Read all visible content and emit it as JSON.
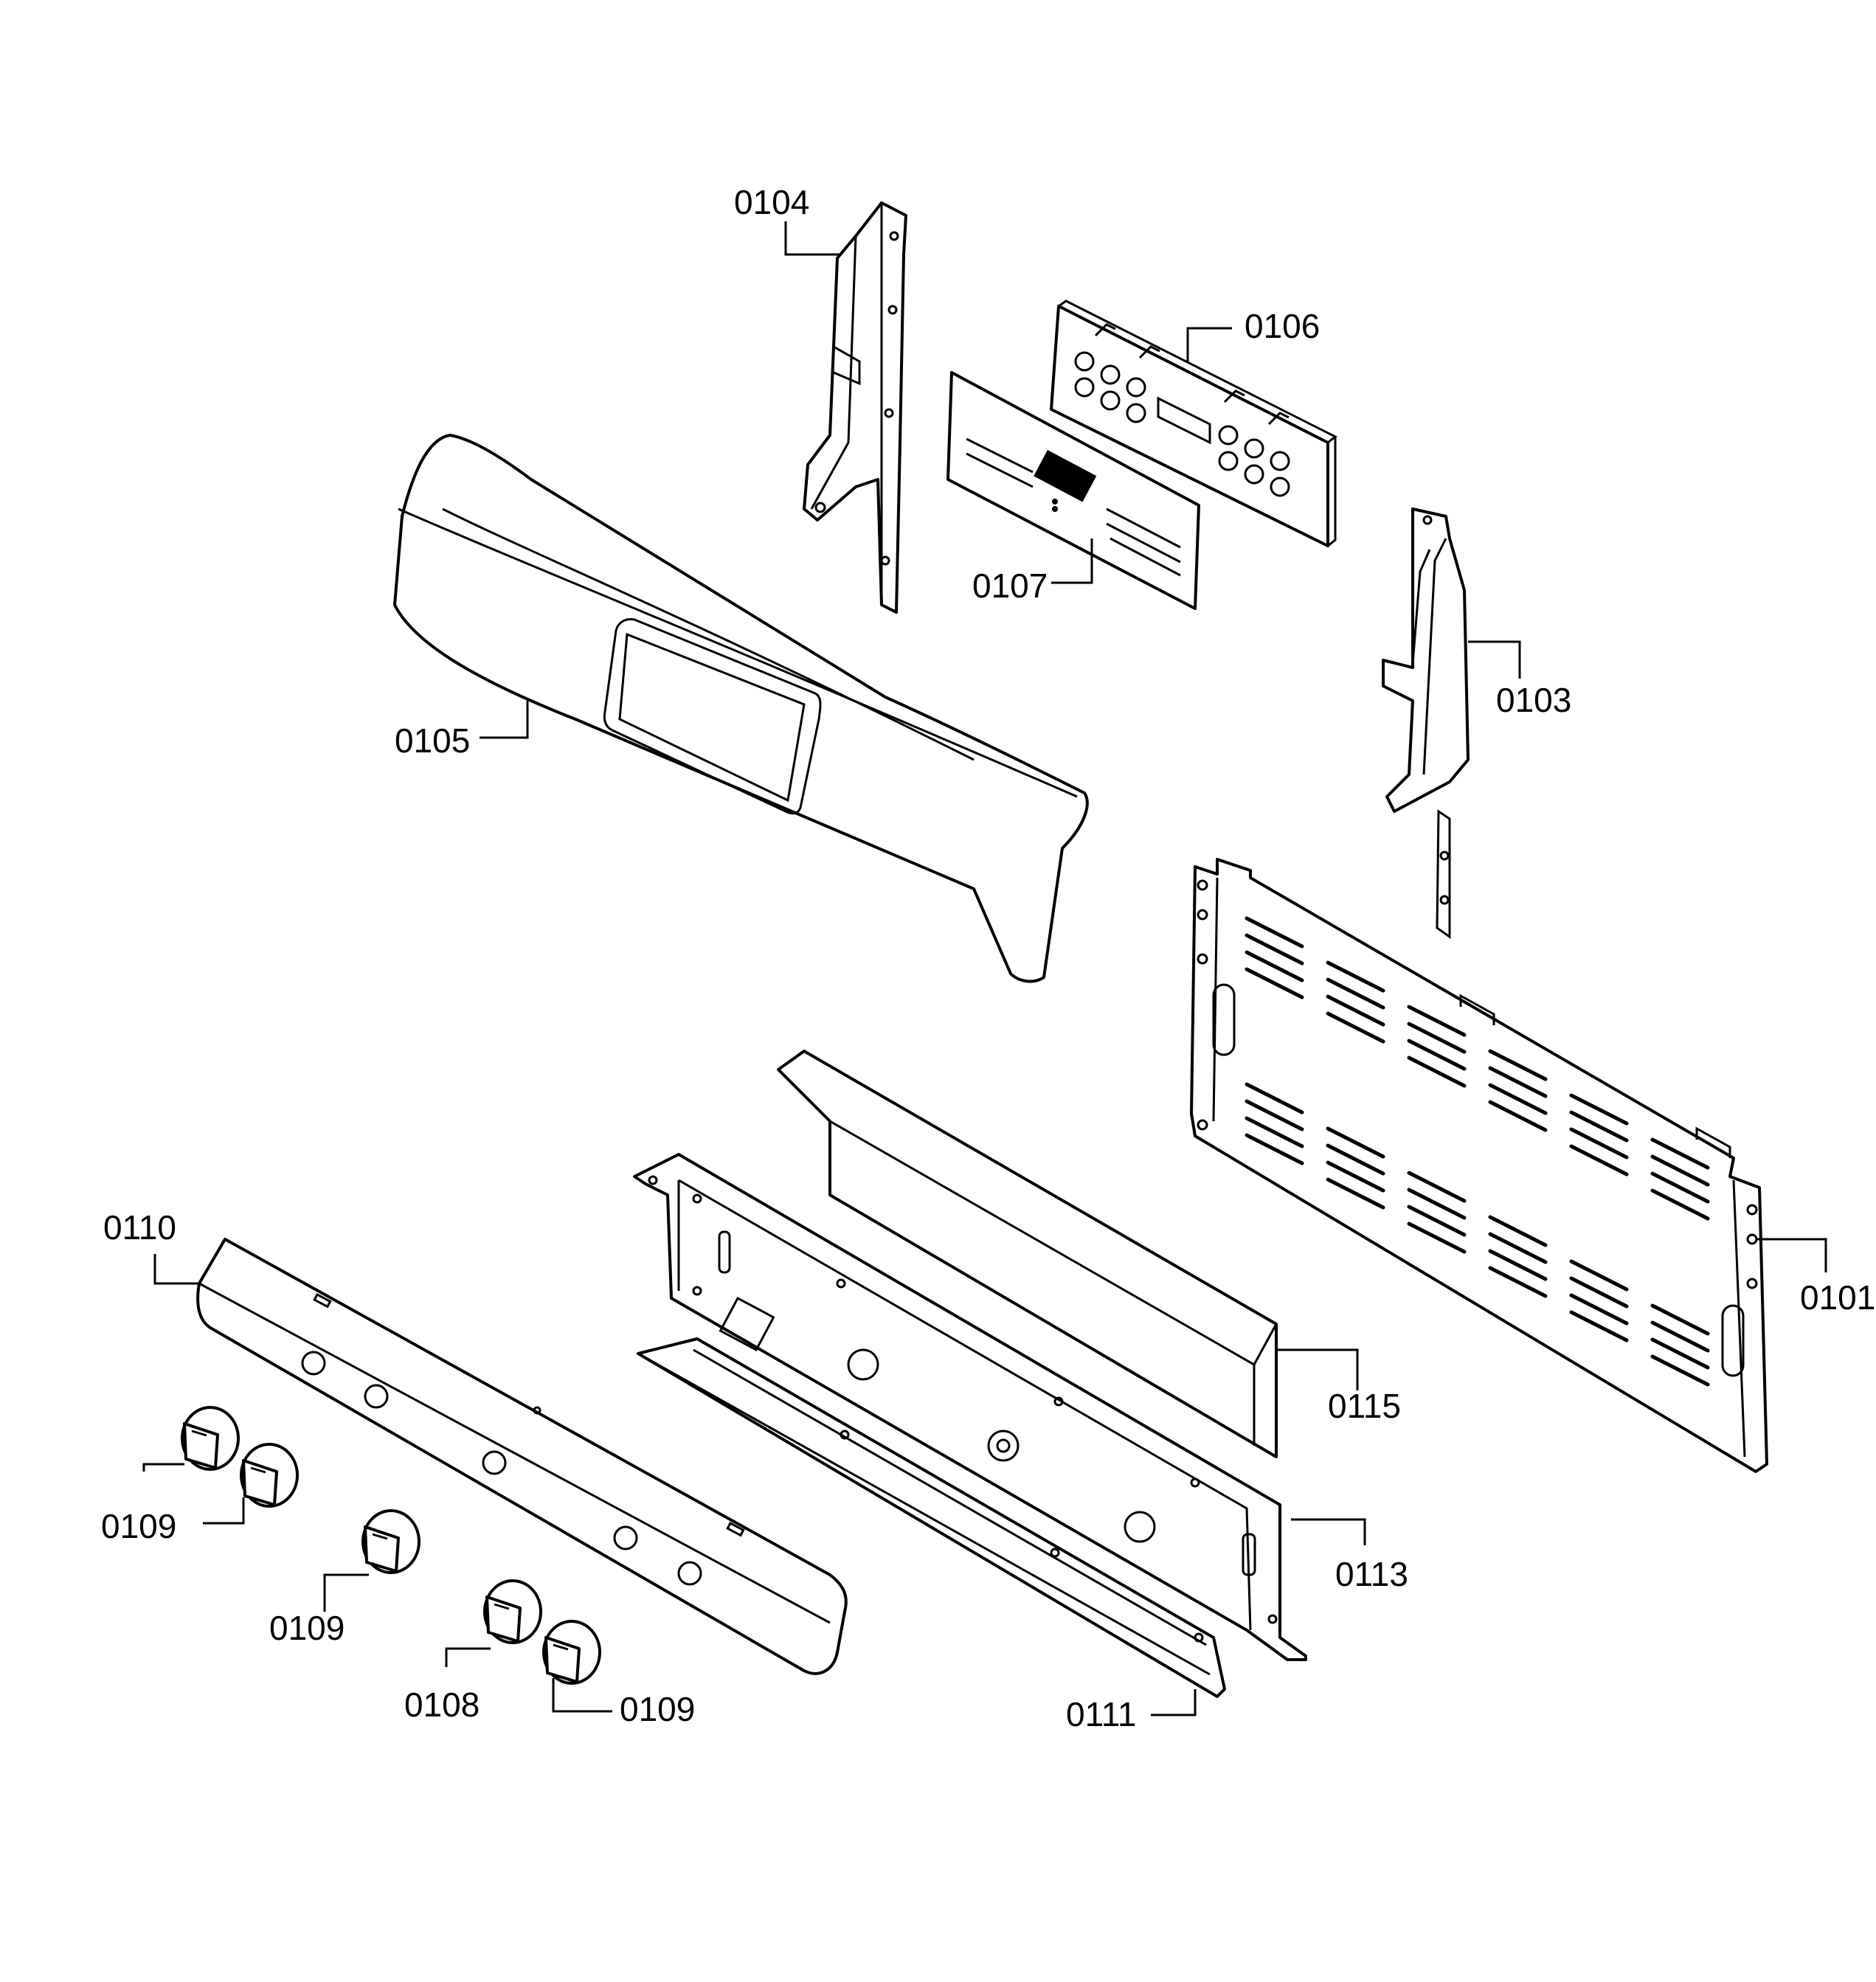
{
  "callouts": {
    "c0104": "0104",
    "c0106": "0106",
    "c0107": "0107",
    "c0105": "0105",
    "c0103": "0103",
    "c0101": "0101",
    "c0110": "0110",
    "c0115": "0115",
    "c0109a": "0109",
    "c0113": "0113",
    "c0109b": "0109",
    "c0108": "0108",
    "c0109c": "0109",
    "c0111": "0111"
  }
}
